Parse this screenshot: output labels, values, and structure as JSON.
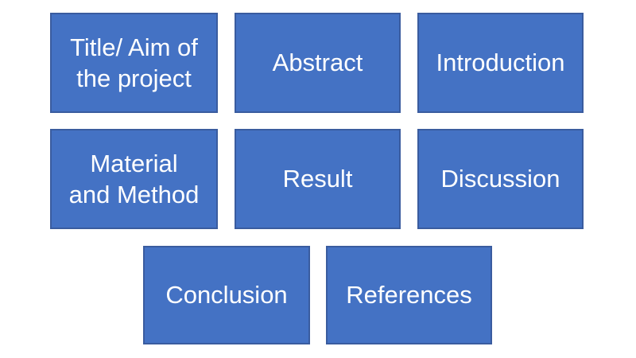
{
  "colors": {
    "box_fill": "#4472C4",
    "box_border": "#3A5C9F",
    "label_text": "#FFFFFF",
    "background": "#FFFFFF"
  },
  "boxes": [
    {
      "label": "Title/ Aim of\nthe project"
    },
    {
      "label": "Abstract"
    },
    {
      "label": "Introduction"
    },
    {
      "label": "Material\nand Method"
    },
    {
      "label": "Result"
    },
    {
      "label": "Discussion"
    },
    {
      "label": "Conclusion"
    },
    {
      "label": "References"
    }
  ]
}
